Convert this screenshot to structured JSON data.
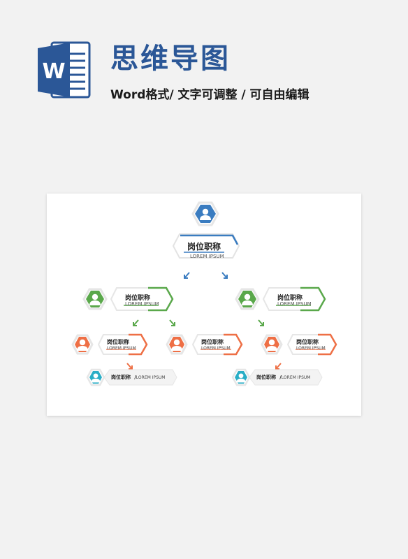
{
  "header": {
    "title": "思维导图",
    "subtitle": "Word格式/ 文字可调整 / 可自由编辑",
    "logo_letter": "W"
  },
  "colors": {
    "blue": "#3a7cc0",
    "green": "#5aa84b",
    "orange": "#ee6f45",
    "teal": "#2aaec6",
    "title": "#2b5797"
  },
  "nodes": {
    "root": {
      "title": "岗位职称",
      "sub": "LOREM IPSUM"
    },
    "l2_left": {
      "title": "岗位职称",
      "sub": "LOREM IPSUM"
    },
    "l2_right": {
      "title": "岗位职称",
      "sub": "LOREM IPSUM"
    },
    "l3_a": {
      "title": "岗位职称",
      "sub": "LOREM IPSUM"
    },
    "l3_b": {
      "title": "岗位职称",
      "sub": "LOREM IPSUM"
    },
    "l3_c": {
      "title": "岗位职称",
      "sub": "LOREM IPSUM"
    },
    "l4_left": {
      "title": "岗位职称",
      "sep": "/",
      "sub": "LOREM IPSUM"
    },
    "l4_right": {
      "title": "岗位职称",
      "sep": "/",
      "sub": "LOREM IPSUM"
    }
  }
}
